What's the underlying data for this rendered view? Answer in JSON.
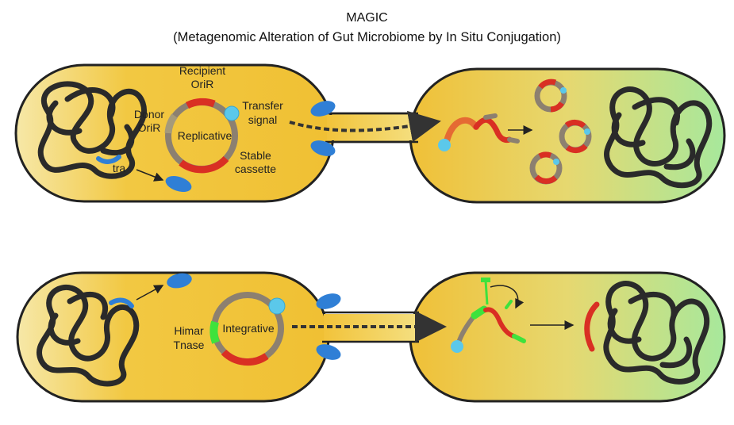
{
  "header": {
    "title": "MAGIC",
    "subtitle": "(Metagenomic Alteration of Gut Microbiome by In Situ Conjugation)"
  },
  "top_panel": {
    "labels": {
      "recipient_line1": "Recipient",
      "recipient_line2": "OriR",
      "donor_line1": "Donor",
      "donor_line2": "OriR",
      "transfer_line1": "Transfer",
      "transfer_line2": "signal",
      "replicative": "Replicative",
      "stable_line1": "Stable",
      "stable_line2": "cassette",
      "tra": "tra"
    }
  },
  "bottom_panel": {
    "labels": {
      "himar_line1": "Himar",
      "himar_line2": "Tnase",
      "integrative": "Integrative"
    }
  },
  "colors": {
    "cell_left": "#f3c640",
    "cell_right_end": "#a8e59a",
    "chromosome": "#2a2a2a",
    "plasmid_backbone": "#8c8070",
    "red_segment": "#d92f23",
    "light_blue": "#5bc8ea",
    "protein_blue": "#2f7fd6",
    "transposase_green": "#3ee23c"
  }
}
